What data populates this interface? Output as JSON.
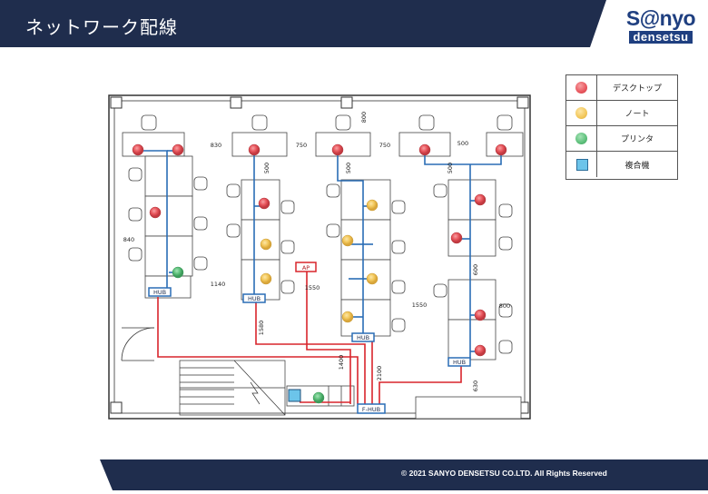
{
  "header": {
    "title": "ネットワーク配線",
    "band_color": "#1f2d4d"
  },
  "logo": {
    "line1": "S@nyo",
    "line2": "densetsu",
    "color": "#1f3f80"
  },
  "footer": {
    "copyright": "© 2021 SANYO DENSETSU CO.LTD. All Rights Reserved"
  },
  "legend": {
    "items": [
      {
        "label": "デスクトップ",
        "symbol": "red-circle",
        "color": "#e8555c"
      },
      {
        "label": "ノート",
        "symbol": "yellow-circle",
        "color": "#f2c75a"
      },
      {
        "label": "プリンタ",
        "symbol": "green-circle",
        "color": "#5cbf7a"
      },
      {
        "label": "複合機",
        "symbol": "cyan-square",
        "color": "#6cc4ea"
      }
    ]
  },
  "plan": {
    "hub_labels": [
      "HUB",
      "HUB",
      "HUB",
      "HUB"
    ],
    "floor_hub_label": "F-HUB",
    "ap_label": "AP",
    "dimensions": [
      "830",
      "750",
      "750",
      "500",
      "800",
      "500",
      "500",
      "500",
      "840",
      "1140",
      "1550",
      "1550",
      "600",
      "800",
      "1580",
      "1400",
      "2100",
      "630"
    ],
    "lan_color": "#2a6db5",
    "trunk_color": "#d9252c"
  }
}
